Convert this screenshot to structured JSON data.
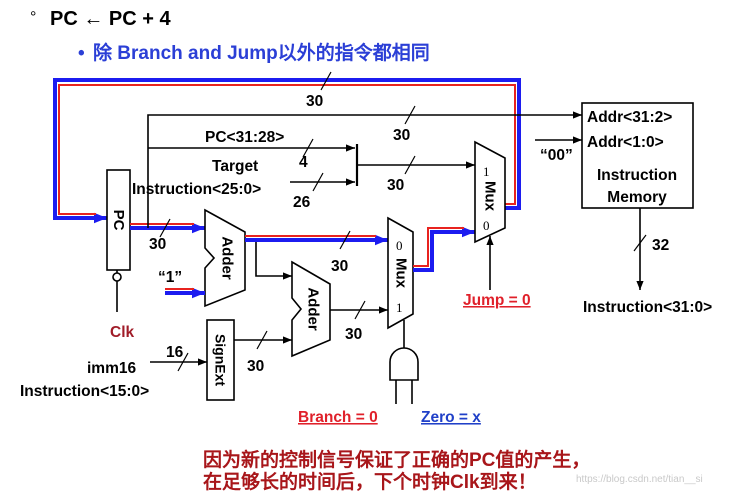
{
  "heading": {
    "bullet1_marker": "°",
    "bullet1_text": "PC ← PC + 4",
    "bullet2_marker": "•",
    "bullet2_text": "除 Branch and Jump以外的指令都相同"
  },
  "diagram": {
    "loop_width": "30",
    "addr_width": "30",
    "pc": {
      "label": "PC",
      "clock": "Clk",
      "out_width": "30"
    },
    "pc_upper": {
      "label": "PC<31:28>",
      "width": "4"
    },
    "target": {
      "label": "Target",
      "field": "Instruction<25:0>",
      "width": "26"
    },
    "concat_width": "30",
    "adder1": {
      "label": "Adder",
      "const": "“1”",
      "out_width": "30"
    },
    "adder2": {
      "label": "Adder",
      "out_width": "30"
    },
    "signext": {
      "label": "SignExt",
      "in_label": "imm16",
      "in_width": "16",
      "field": "Instruction<15:0>",
      "out_width": "30"
    },
    "mux_top": {
      "label": "Mux",
      "in1": "1",
      "in0": "0",
      "select": "Jump = 0"
    },
    "mux_bottom": {
      "label": "Mux",
      "in0": "0",
      "in1": "1"
    },
    "and_gate": {
      "in_branch": "Branch = 0",
      "in_zero": "Zero = x"
    },
    "imem": {
      "addr_hi": "Addr<31:2>",
      "addr_lo": "Addr<1:0>",
      "zeros": "“00”",
      "title": [
        "Instruction",
        "Memory"
      ],
      "out_width": "32",
      "out_label": "Instruction<31:0>"
    }
  },
  "note": [
    "因为新的控制信号保证了正确的PC值的产生，",
    "在足够长的时间后，下个时钟Clk到来！"
  ],
  "watermark": "https://blog.csdn.net/tian__si",
  "colors": {
    "path_blue": "#1c1cf0",
    "path_red": "#e8231f",
    "heading_blue": "#2b3fd6",
    "signal_red": "#e0202a",
    "signal_blue": "#2040c8",
    "clk_red": "#a01c28",
    "note_red": "#a8161a"
  }
}
